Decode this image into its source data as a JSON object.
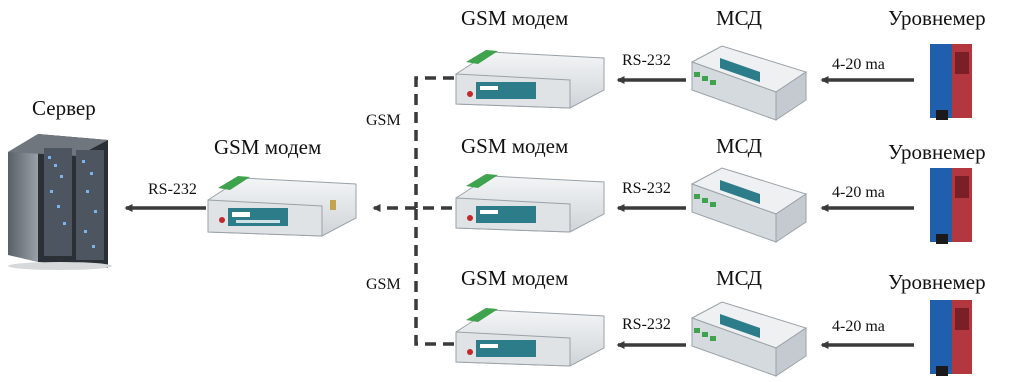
{
  "diagram": {
    "server": {
      "label": "Сервер"
    },
    "central_modem": {
      "label": "GSM модем",
      "link_label": "RS-232"
    },
    "gsm_links": [
      "GSM",
      "GSM"
    ],
    "branches": [
      {
        "modem_label": "GSM модем",
        "msd_label": "МСД",
        "sensor_label": "Уровнемер",
        "rs_label": "RS-232",
        "signal_label": "4-20 ma"
      },
      {
        "modem_label": "GSM модем",
        "msd_label": "МСД",
        "sensor_label": "Уровнемер",
        "rs_label": "RS-232",
        "signal_label": "4-20 ma"
      },
      {
        "modem_label": "GSM модем",
        "msd_label": "МСД",
        "sensor_label": "Уровнемер",
        "rs_label": "RS-232",
        "signal_label": "4-20 ma"
      }
    ]
  },
  "colors": {
    "arrow": "#3a3a3a",
    "device_body": "#e6e8ea",
    "device_teal": "#2d7c8a",
    "terminal_green": "#3fa34d",
    "sensor_blue": "#1f5fae",
    "sensor_red": "#b2373f",
    "server_dark": "#2b2f36"
  }
}
